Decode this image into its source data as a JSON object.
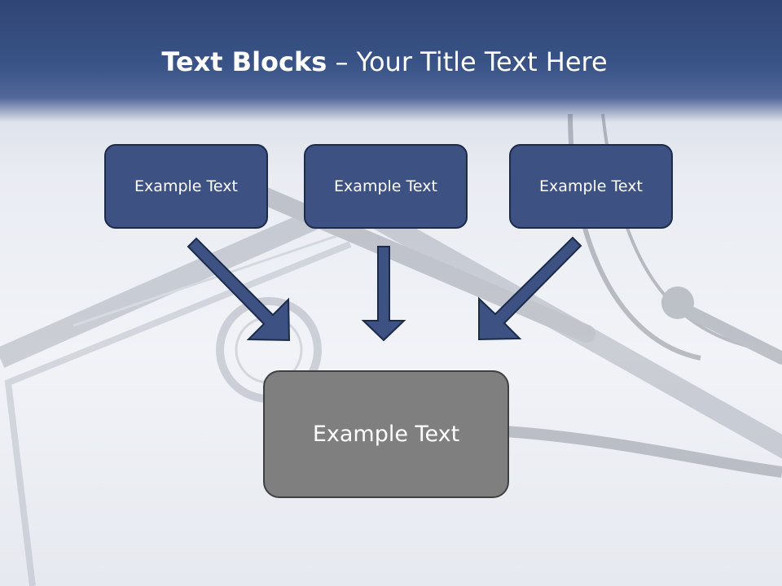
{
  "slide": {
    "title_bold": "Text Blocks",
    "title_rest": " – Your Title Text Here",
    "blocks": [
      {
        "label": "Example Text"
      },
      {
        "label": "Example Text"
      },
      {
        "label": "Example Text"
      }
    ],
    "center_block": {
      "label": "Example Text"
    }
  },
  "colors": {
    "header": "#3a5488",
    "block_fill": "#3d5182",
    "center_fill": "#7f7f7f",
    "arrow_fill": "#3d5182"
  }
}
